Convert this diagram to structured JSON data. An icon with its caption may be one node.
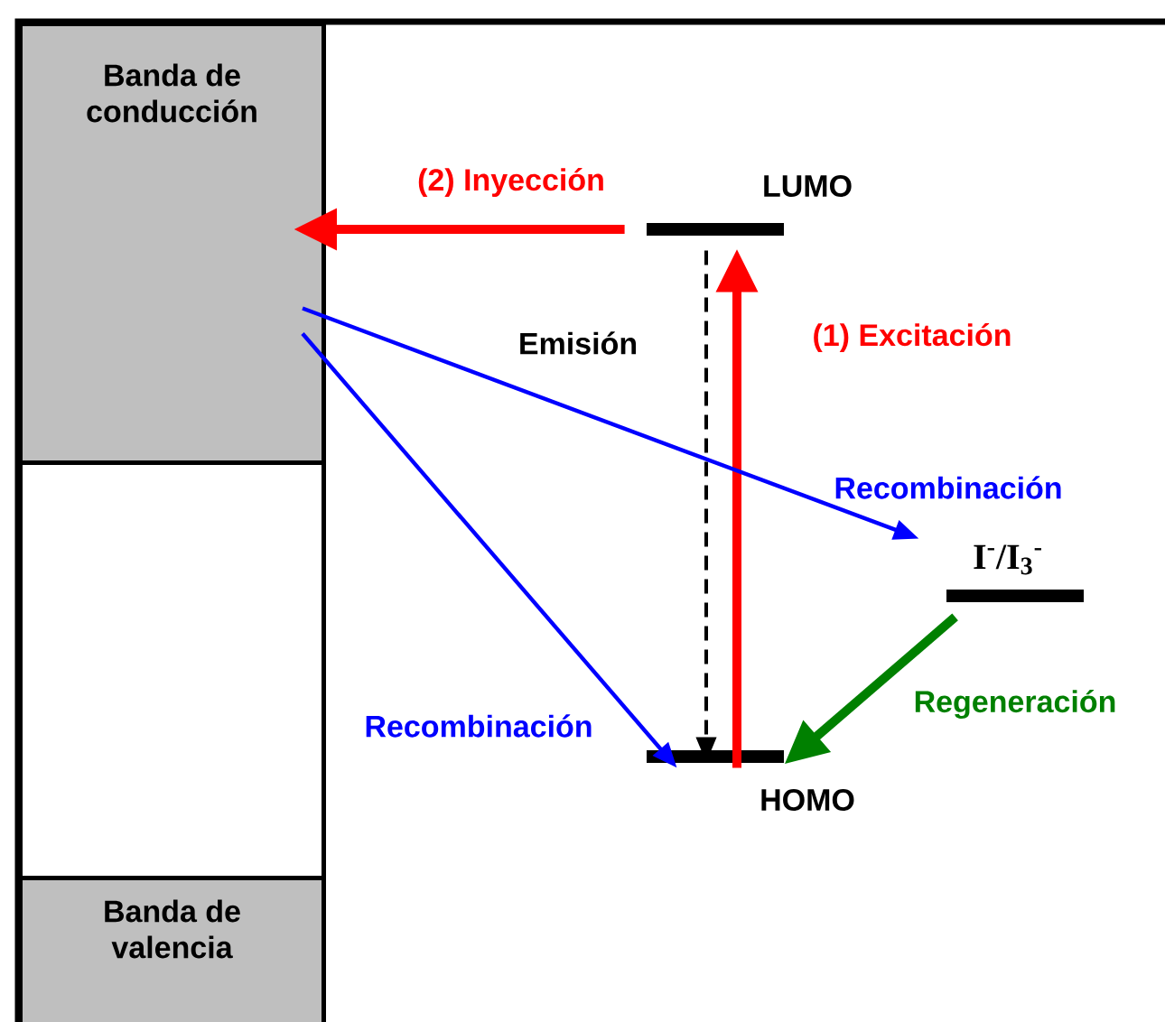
{
  "diagram": {
    "nodes": [
      {
        "text": [
          "Banda de conducción"
        ]
      },
      {
        "text": [],
        "shape": "box"
      },
      {
        "text": [
          "Banda de valencia"
        ]
      },
      {
        "text": [
          "LUMO"
        ]
      },
      {
        "text": [
          "HOMO"
        ]
      },
      {
        "text": [
          "I$^{-}$/I$_{3}$$^{-}$"
        ]
      }
    ],
    "edges": [
      {
        "from": 3,
        "to": 0,
        "arrow": "to",
        "label": "(2) Inyección",
        "style": "thick",
        "color": "#ff0000"
      },
      {
        "from": 4,
        "to": 3,
        "arrow": "to",
        "label": "(1) Excitación",
        "style": "thick",
        "color": "#ff0000"
      },
      {
        "from": 3,
        "to": 4,
        "arrow": "to",
        "label": "Emisión",
        "style": "dashed",
        "color": "#000000"
      },
      {
        "from": 0,
        "to": 5,
        "arrow": "to",
        "label": "Recombinación",
        "color": "#0000ff"
      },
      {
        "from": 0,
        "to": 4,
        "arrow": "to",
        "label": "Recombinación",
        "color": "#0000ff"
      },
      {
        "from": 5,
        "to": 4,
        "arrow": "to",
        "label": "Regeneración",
        "style": "thick",
        "color": "#008000"
      }
    ]
  }
}
